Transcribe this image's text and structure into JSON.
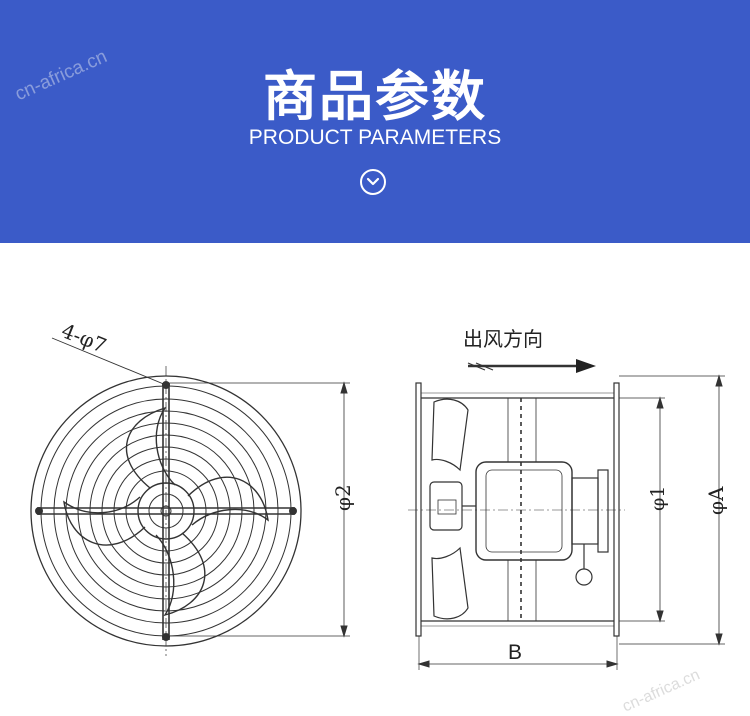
{
  "banner": {
    "title": "商品参数",
    "subtitle": "PRODUCT PARAMETERS",
    "background_color": "#3b5bc8",
    "scroll_icon": "chevron-down-circle-icon"
  },
  "watermarks": {
    "top_left": "cn-africa.cn",
    "bottom_right": "cn-africa.cn"
  },
  "drawing": {
    "front_view": {
      "hole_label": "4-φ7",
      "diameter_label": "φ2"
    },
    "side_view": {
      "airflow_label": "出风方向",
      "inner_diameter_label": "φ1",
      "outer_diameter_label": "φA",
      "length_label": "B"
    }
  }
}
